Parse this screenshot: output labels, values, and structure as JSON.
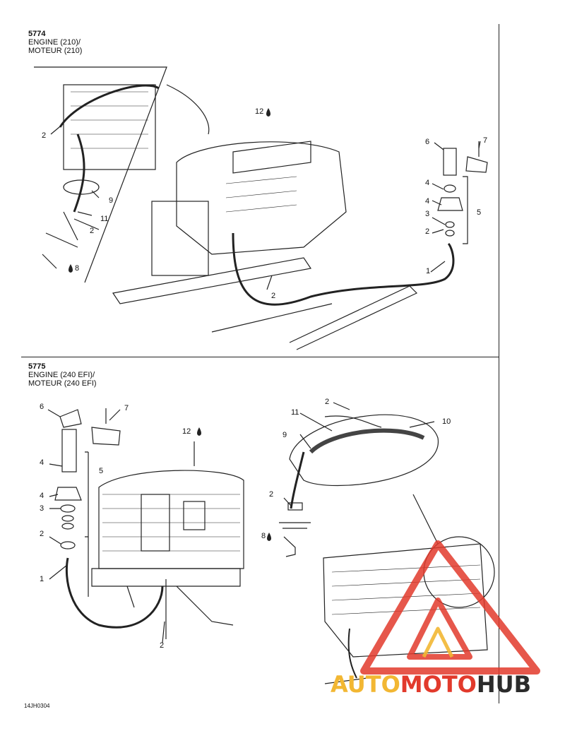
{
  "sections": [
    {
      "code": "5774",
      "title_line1": "ENGINE (210)/",
      "title_line2": "MOTEUR (210)",
      "callouts": [
        "12",
        "7",
        "6",
        "4",
        "3",
        "2",
        "4",
        "5",
        "1",
        "2",
        "2",
        "9",
        "11",
        "2",
        "8"
      ]
    },
    {
      "code": "5775",
      "title_line1": "ENGINE (240 EFI)/",
      "title_line2": "MOTEUR (240 EFI)",
      "callouts": [
        "6",
        "7",
        "12",
        "4",
        "5",
        "4",
        "3",
        "2",
        "1",
        "2",
        "2",
        "11",
        "9",
        "10",
        "2",
        "8"
      ]
    }
  ],
  "footer_code": "14JH0304",
  "watermark": {
    "part1": "AUTO",
    "part2": "MOTO",
    "part3": "HUB"
  },
  "colors": {
    "ink": "#222222",
    "watermark_yellow": "#f2b733",
    "watermark_red": "#e23a2c",
    "watermark_dark": "#2b2b2b"
  }
}
